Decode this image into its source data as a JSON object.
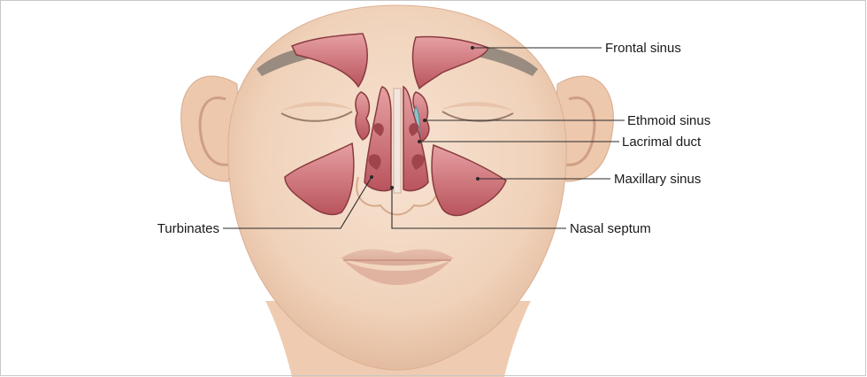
{
  "figure": {
    "subject": "front view of face showing paranasal sinuses",
    "colors": {
      "skin": "#f3d9c4",
      "skin_shadow": "#e2b99c",
      "sinus_fill": "#c9686e",
      "sinus_dark": "#8a3a40",
      "sinus_light": "#e6a0a2",
      "duct": "#8fc3cc",
      "leader_line": "#2a2a2a",
      "border": "#c8c8c8"
    }
  },
  "labels": {
    "frontal_sinus": "Frontal sinus",
    "ethmoid_sinus": "Ethmoid sinus",
    "lacrimal_duct": "Lacrimal duct",
    "maxillary_sinus": "Maxillary sinus",
    "turbinates": "Turbinates",
    "nasal_septum": "Nasal septum"
  }
}
